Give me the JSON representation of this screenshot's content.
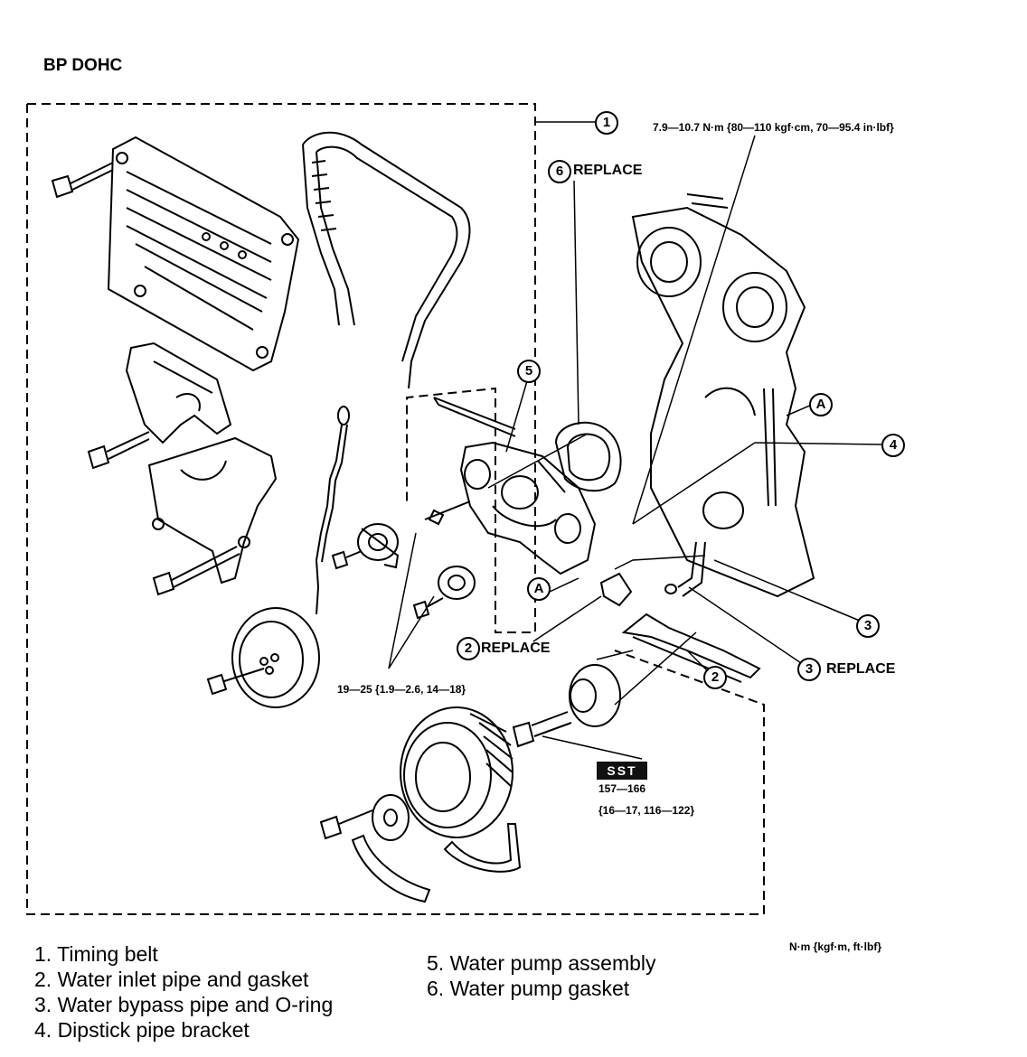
{
  "title": "BP DOHC",
  "torque": {
    "camshaft_bolt": "7.9—10.7 N·m {80—110 kgf·cm, 70—95.4 in·lbf}",
    "pulley_bolt": "19—25 {1.9—2.6, 14—18}",
    "sst_label": "SST",
    "crank_bolt_line1": "157—166",
    "crank_bolt_line2": "{16—17, 116—122}",
    "units": "N·m {kgf·m, ft·lbf}"
  },
  "callouts": {
    "c1": "1",
    "c2a": "2",
    "c2b": "2",
    "c3a": "3",
    "c3b": "3",
    "c4": "4",
    "c5": "5",
    "c6": "6",
    "a1": "A",
    "a2": "A",
    "replace": "REPLACE"
  },
  "legend": {
    "left": [
      "1. Timing belt",
      "2. Water inlet pipe and gasket",
      "3. Water bypass pipe and O-ring",
      "4. Dipstick pipe bracket"
    ],
    "right": [
      "5. Water pump assembly",
      "6. Water pump gasket"
    ]
  }
}
